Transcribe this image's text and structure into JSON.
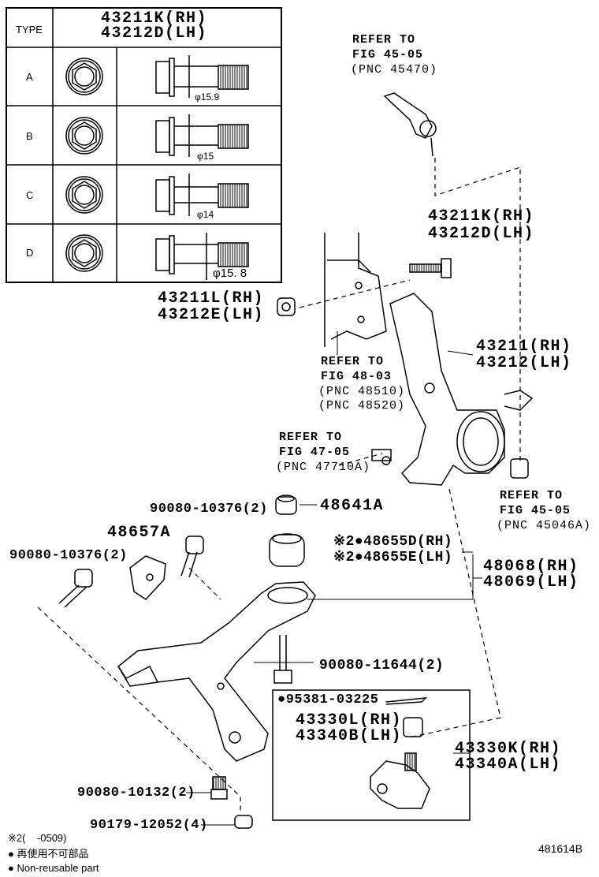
{
  "type_table": {
    "header_type": "TYPE",
    "header_part_rh": "43211K(RH)",
    "header_part_lh": "43212D(LH)",
    "rows": [
      {
        "type": "A",
        "diameter": "φ15.9"
      },
      {
        "type": "B",
        "diameter": "φ15"
      },
      {
        "type": "C",
        "diameter": "φ14"
      },
      {
        "type": "D",
        "diameter": "φ15. 8"
      }
    ]
  },
  "labels": {
    "refer_tie_rod": [
      "REFER TO",
      "FIG 45-05",
      "(PNC 45470)"
    ],
    "bolt_rh": "43211K(RH)",
    "bolt_lh": "43212D(LH)",
    "nut_rh": "43211L(RH)",
    "nut_lh": "43212E(LH)",
    "knuckle_rh": "43211(RH)",
    "knuckle_lh": "43212(LH)",
    "refer_strut": [
      "REFER TO",
      "FIG 48-03",
      "(PNC 48510)",
      "(PNC 48520)"
    ],
    "refer_sensor": [
      "REFER TO",
      "FIG 47-05",
      "(PNC 47710A)"
    ],
    "refer_nut": [
      "REFER TO",
      "FIG 45-05",
      "(PNC 45046A)"
    ],
    "bolt_90080_10376_a": "90080-10376(2)",
    "bushing_48641A": "48641A",
    "bracket_48657A": "48657A",
    "bolt_90080_10376_b": "90080-10376(2)",
    "bushing_rh": "※2●48655D(RH)",
    "bushing_lh": "※2●48655E(LH)",
    "arm_rh": "48068(RH)",
    "arm_lh": "48069(LH)",
    "bolt_90080_11644": "90080-11644(2)",
    "cotter_pin": "●95381-03225",
    "nut_43330L": "43330L(RH)",
    "nut_43340B": "43340B(LH)",
    "balljoint_rh": "43330K(RH)",
    "balljoint_lh": "43340A(LH)",
    "bolt_90080_10132": "90080-10132(2)",
    "nut_90179_12052": "90179-12052(4)"
  },
  "footnotes": {
    "note2": "※2(    -0509)",
    "non_reusable_jp": "● 再使用不可部品",
    "non_reusable_en": "● Non-reusable part"
  },
  "figure_code": "481614B"
}
